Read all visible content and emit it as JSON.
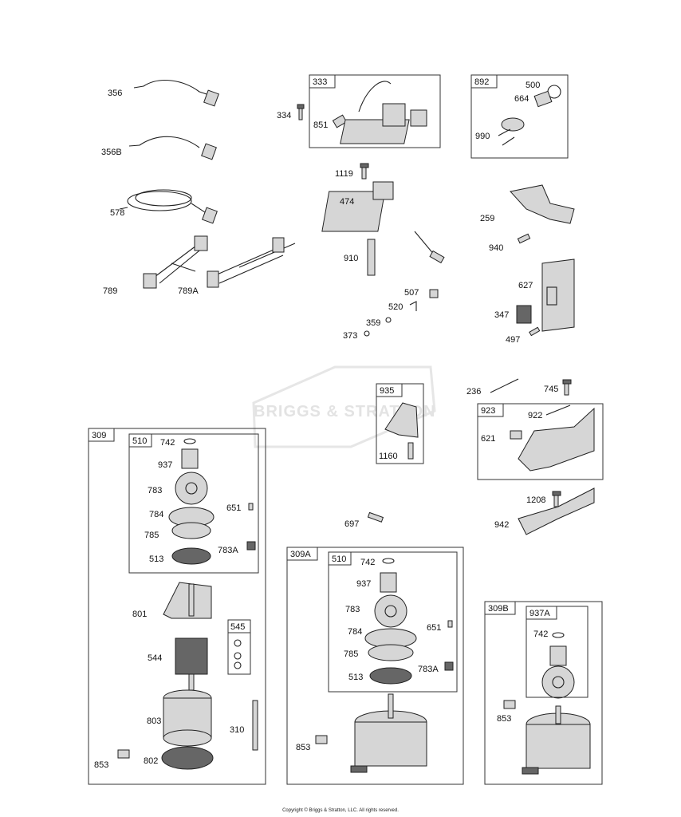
{
  "watermark": {
    "text": "BRIGGS & STRATTON"
  },
  "copyright": "Copyright © Briggs & Stratton, LLC. All rights reserved.",
  "boxes": [
    "333",
    "892",
    "935",
    "923",
    "309",
    "510",
    "545",
    "309A",
    "510",
    "309B",
    "937A"
  ],
  "labels": [
    "356",
    "356B",
    "578",
    "789",
    "789A",
    "334",
    "851",
    "1119",
    "474",
    "910",
    "507",
    "520",
    "359",
    "373",
    "500",
    "664",
    "990",
    "259",
    "940",
    "627",
    "347",
    "497",
    "236",
    "745",
    "922",
    "621",
    "1160",
    "1208",
    "942",
    "697",
    "742",
    "937",
    "783",
    "784",
    "651",
    "785",
    "783A",
    "513",
    "801",
    "544",
    "803",
    "310",
    "853",
    "802",
    "742",
    "937",
    "783",
    "784",
    "651",
    "785",
    "783A",
    "513",
    "853",
    "742",
    "853"
  ]
}
